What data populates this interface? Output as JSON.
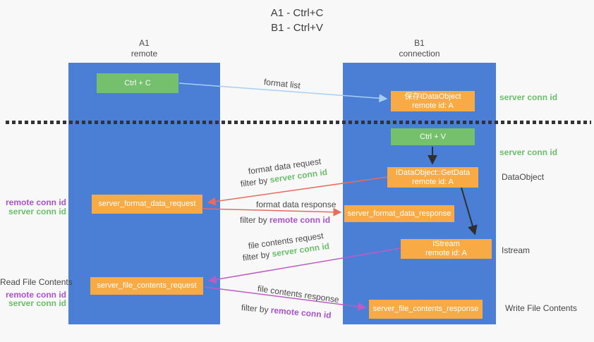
{
  "title": {
    "line1": "A1 - Ctrl+C",
    "line2": "B1 - Ctrl+V"
  },
  "lanes": {
    "left": {
      "name": "A1",
      "role": "remote"
    },
    "right": {
      "name": "B1",
      "role": "connection"
    }
  },
  "boxes": {
    "ctrl_c": {
      "label": "Ctrl + C"
    },
    "save_dataobject": {
      "line1": "保存IDataObject",
      "line2": "remote id: A"
    },
    "ctrl_v": {
      "label": "Ctrl + V"
    },
    "getdata": {
      "line1": "IDataObject::GetData",
      "line2": "remote id: A"
    },
    "format_request": {
      "label": "server_format_data_request"
    },
    "format_response": {
      "label": "server_format_data_response"
    },
    "istream": {
      "line1": "IStream",
      "line2": "remote id: A"
    },
    "file_request": {
      "label": "server_file_contents_request"
    },
    "file_response": {
      "label": "server_file_contents_response"
    }
  },
  "flow_labels": {
    "format_list": "format list",
    "format_data_request": "format data request",
    "filter_by_1": "filter by ",
    "filter_value_1": "server conn id",
    "format_data_response": "format data response",
    "filter_by_2": "filter by ",
    "filter_value_2": "remote conn id",
    "file_contents_request": "file contents request",
    "filter_by_3": "filter by ",
    "filter_value_3": "server conn id",
    "file_contents_response": "file contents response",
    "filter_by_4": "filter by ",
    "filter_value_4": "remote conn id"
  },
  "side_labels": {
    "right": {
      "server_conn_id_top": "server conn id",
      "server_conn_id_mid": "server conn id",
      "dataobject": "DataObject",
      "istream": "Istream",
      "write_file_contents": "Write File Contents"
    },
    "left": {
      "remote_conn_id_top": "remote conn id",
      "server_conn_id_top": "server conn id",
      "read_file_contents": "Read File Contents",
      "remote_conn_id_bottom": "remote conn id",
      "server_conn_id_bottom": "server conn id"
    }
  },
  "colors": {
    "lane_blue": "#4b7fd6",
    "box_green": "#74c06c",
    "box_orange": "#f8ab45",
    "arrow_blue": "#a6cff2",
    "arrow_red": "#e96a5e",
    "arrow_magenta": "#bf5bc4",
    "arrow_black": "#2f2f2f",
    "text_green": "#6abf6a",
    "text_purple": "#aa52cc",
    "dotted_line": "#333333"
  }
}
